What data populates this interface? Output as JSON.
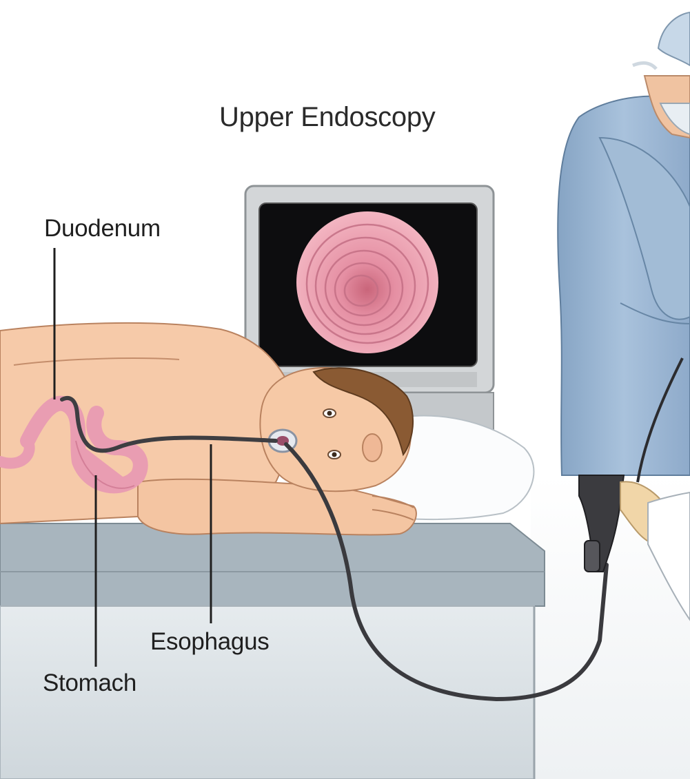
{
  "title": "Upper Endoscopy",
  "labels": {
    "duodenum": "Duodenum",
    "esophagus": "Esophagus",
    "stomach": "Stomach"
  },
  "colors": {
    "skin": "#f5c9a8",
    "scrubs": "#9bb7d4",
    "organ": "#e9a0b4",
    "table_top": "#a9b6bf",
    "table_body": "#dde3e7",
    "monitor_frame": "#c9ccce",
    "endoscope_tube": "#3d3d40"
  }
}
